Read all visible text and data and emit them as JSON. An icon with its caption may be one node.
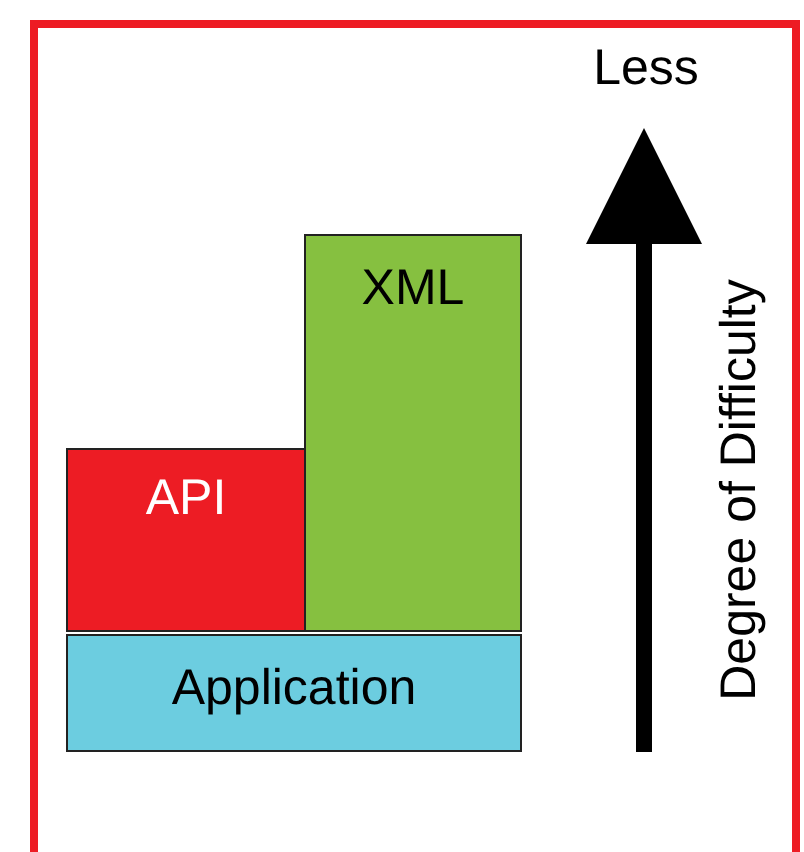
{
  "diagram": {
    "nodes": [
      {
        "text": [
          "XML"
        ]
      },
      {
        "text": [
          "API"
        ]
      },
      {
        "text": [
          "Application"
        ]
      }
    ],
    "labels": [
      "Less",
      "Degree of Difficulty"
    ]
  }
}
